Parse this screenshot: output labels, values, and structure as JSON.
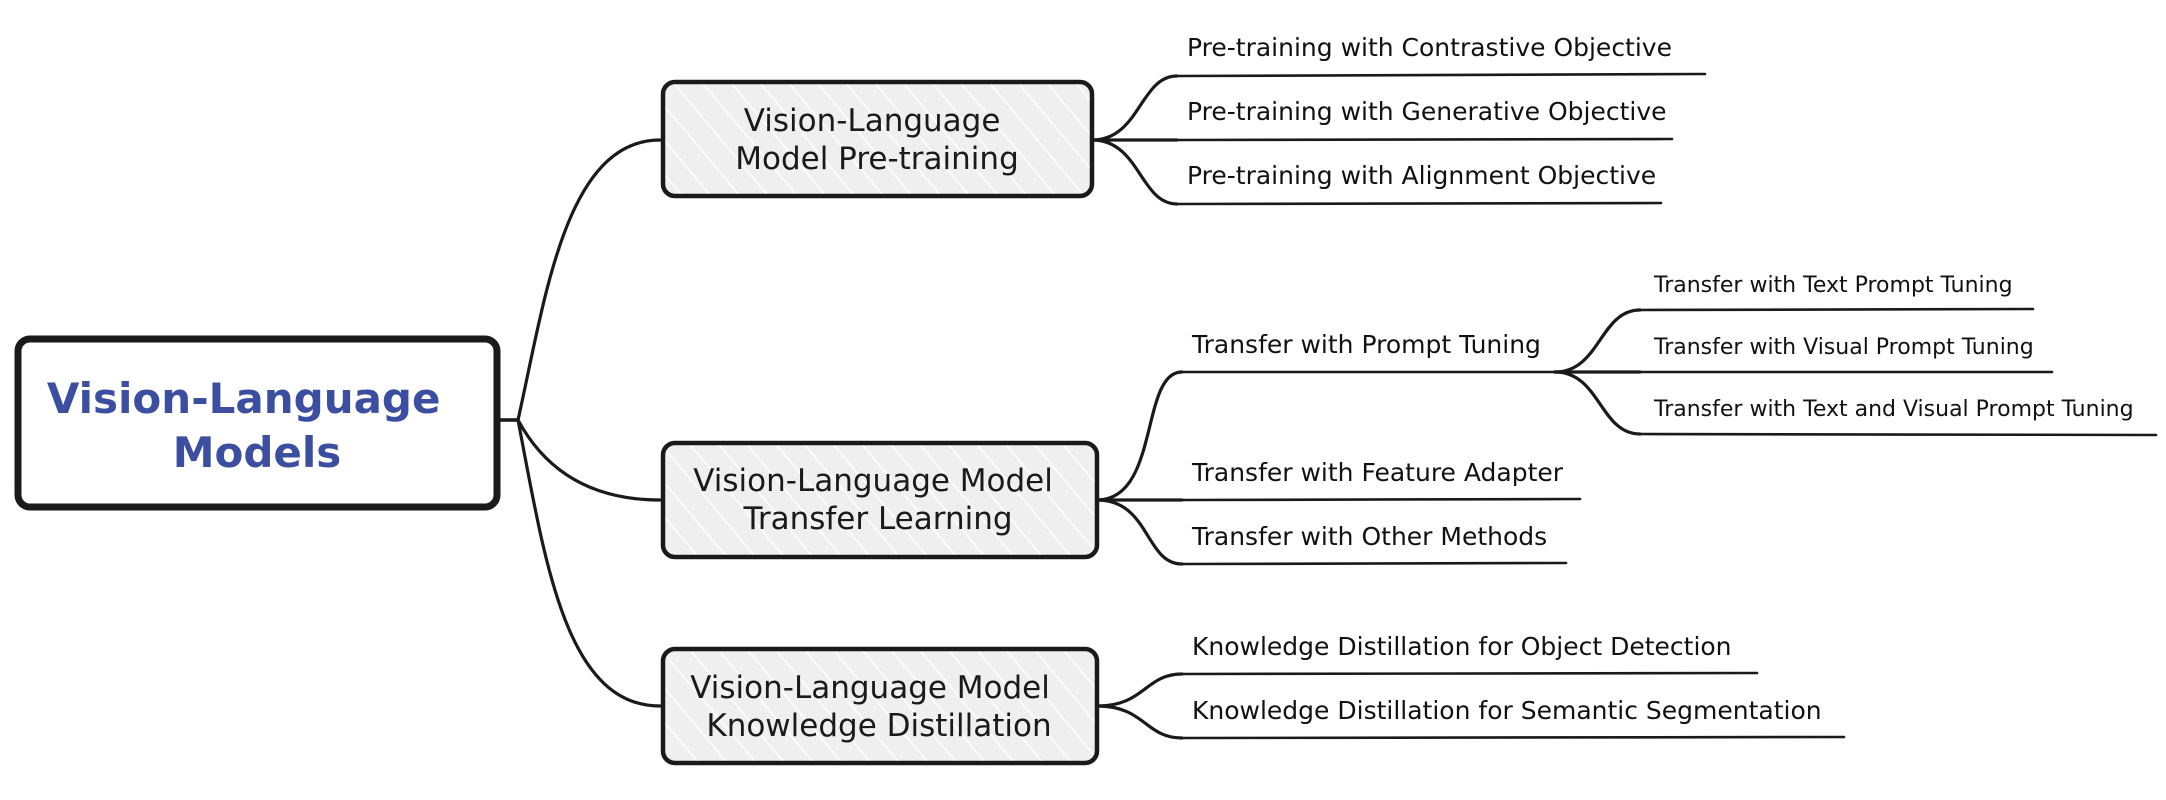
{
  "root": {
    "label_lines": [
      "Vision-Language",
      "Models"
    ],
    "color": "#3b4ea0"
  },
  "branches": [
    {
      "label_lines": [
        "Vision-Language",
        "Model Pre-training"
      ],
      "children": [
        {
          "label": "Pre-training with Contrastive Objective",
          "children": []
        },
        {
          "label": "Pre-training with Generative Objective",
          "children": []
        },
        {
          "label": "Pre-training with Alignment Objective",
          "children": []
        }
      ]
    },
    {
      "label_lines": [
        "Vision-Language Model",
        "Transfer Learning"
      ],
      "children": [
        {
          "label": "Transfer with Prompt Tuning",
          "children": [
            "Transfer with Text Prompt Tuning",
            "Transfer with Visual Prompt Tuning",
            "Transfer with Text and Visual Prompt Tuning"
          ]
        },
        {
          "label": "Transfer with Feature Adapter",
          "children": []
        },
        {
          "label": "Transfer with Other Methods",
          "children": []
        }
      ]
    },
    {
      "label_lines": [
        "Vision-Language Model",
        "Knowledge Distillation"
      ],
      "children": [
        {
          "label": "Knowledge Distillation for Object Detection",
          "children": []
        },
        {
          "label": "Knowledge Distillation for Semantic Segmentation",
          "children": []
        }
      ]
    }
  ],
  "colors": {
    "box_fill": "#efefef",
    "hatch": "#ffffff",
    "stroke": "#1a1a1a"
  }
}
